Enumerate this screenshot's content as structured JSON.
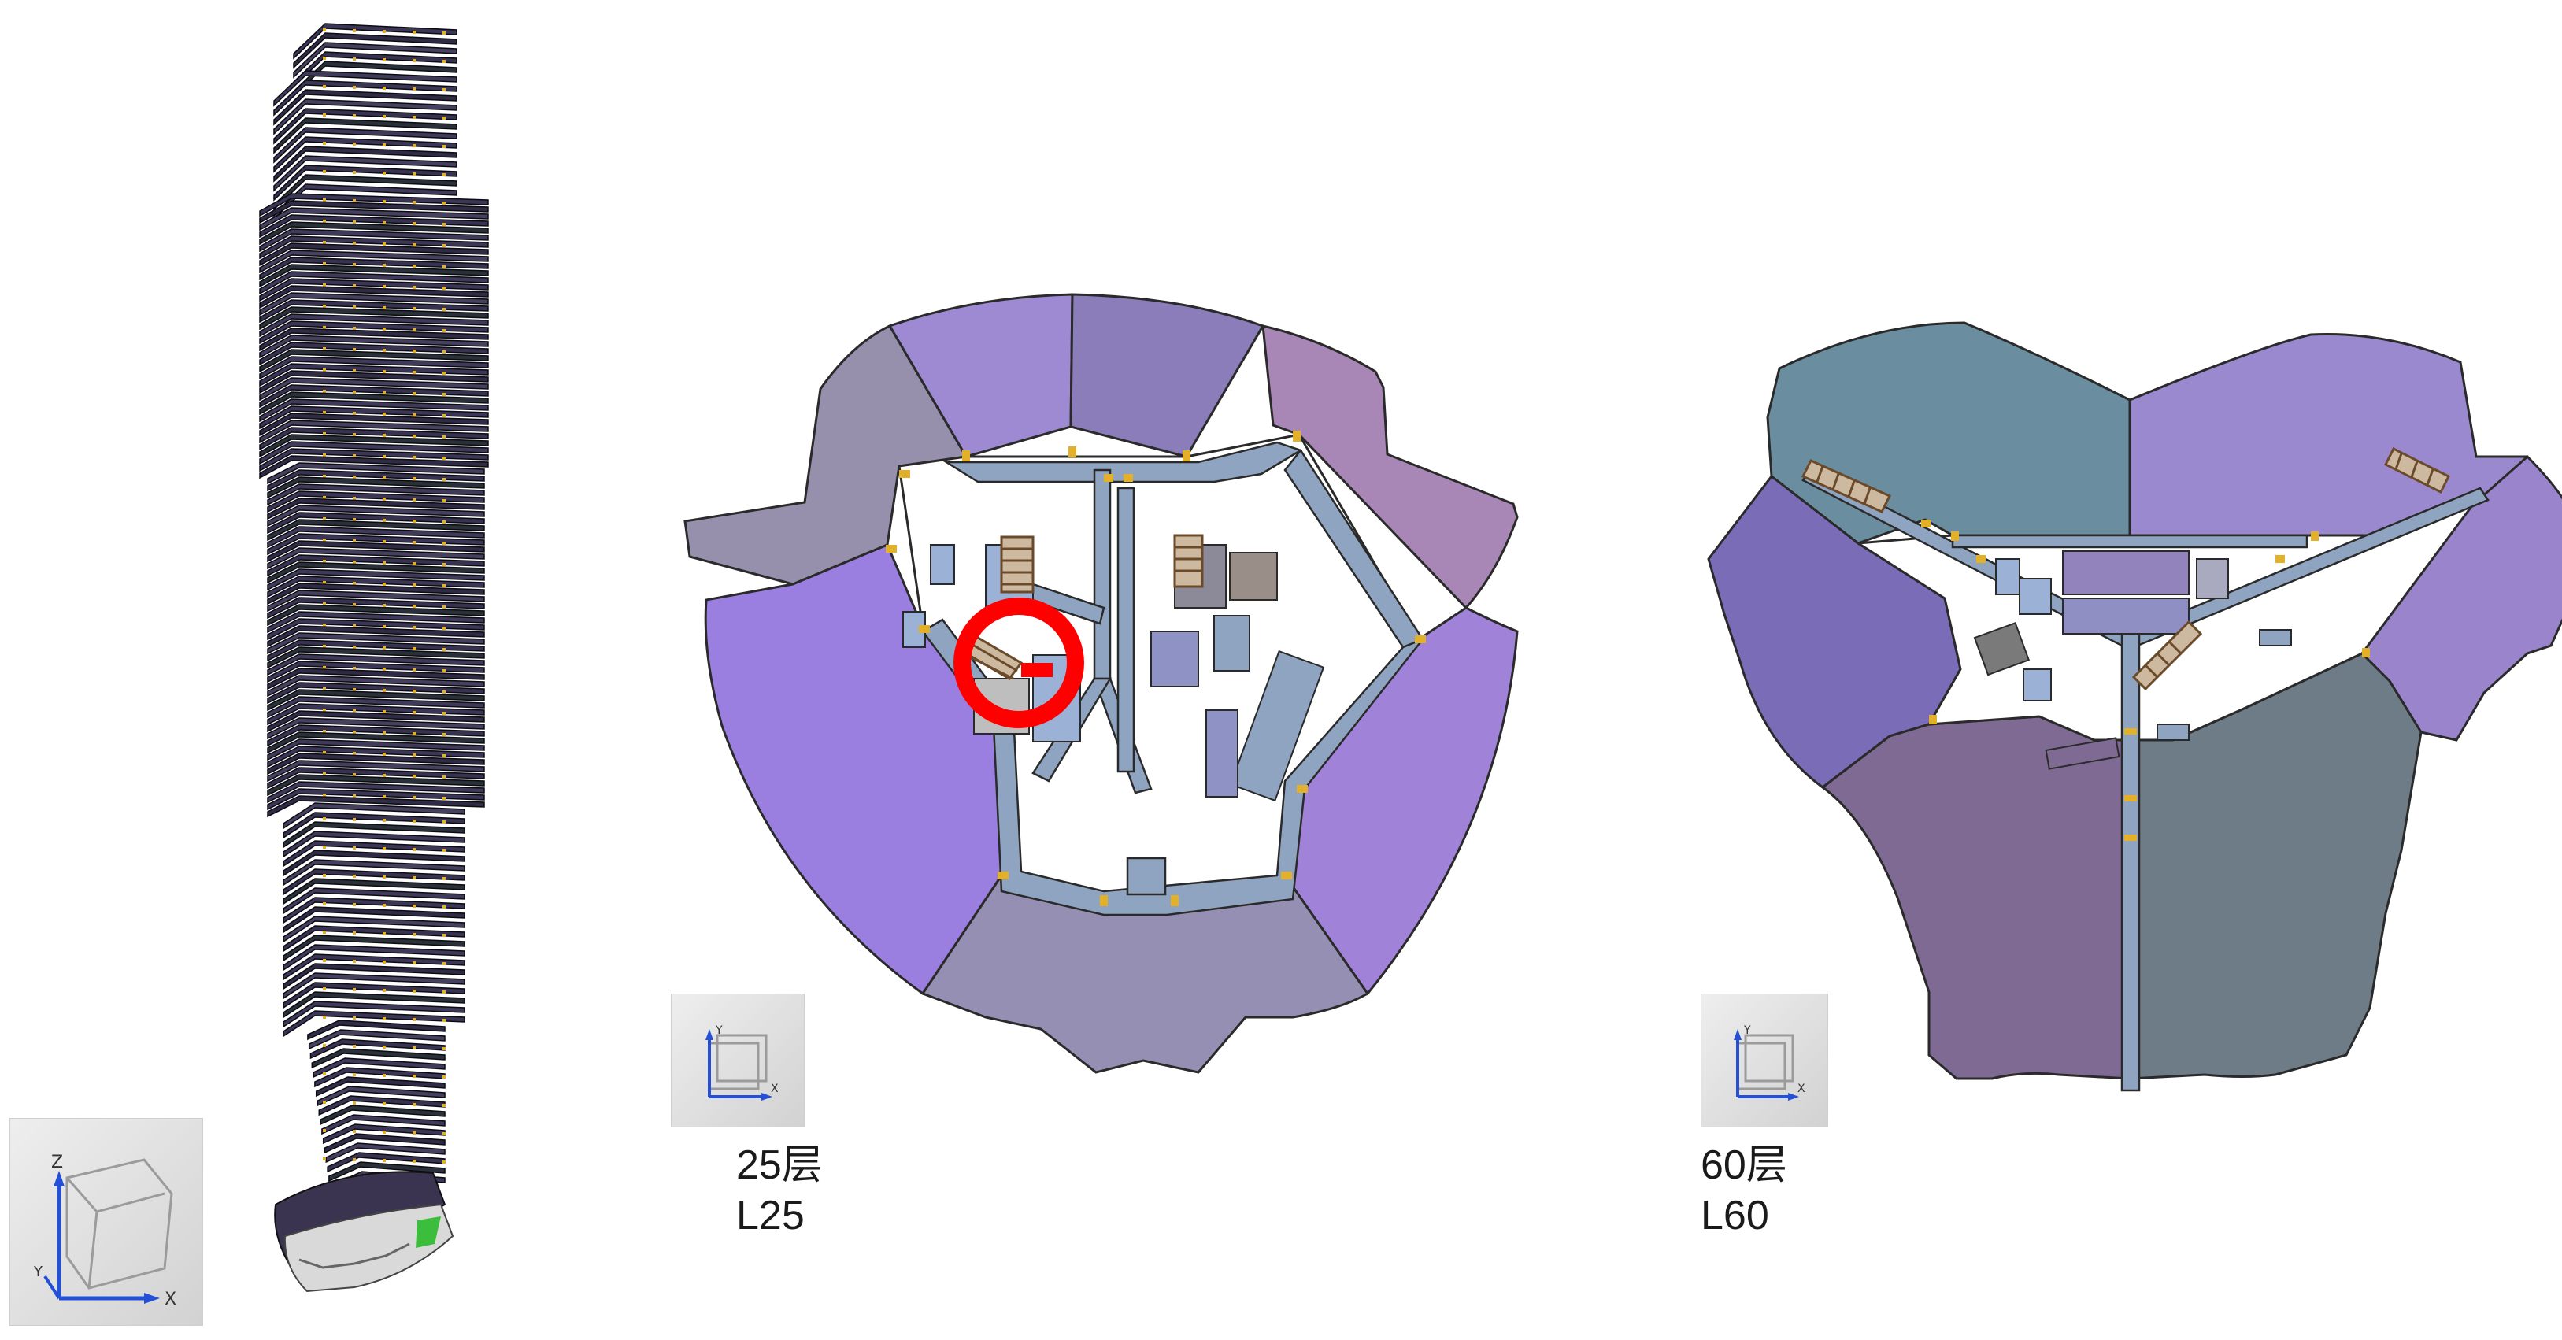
{
  "captions": {
    "plan25": {
      "floor_cn": "25层",
      "floor_code": "L25"
    },
    "plan60": {
      "floor_cn": "60层",
      "floor_code": "L60"
    }
  },
  "axes": {
    "three_d": {
      "z": "Z",
      "y": "Y",
      "x": "X"
    },
    "plan25": {
      "y": "Y",
      "x": "X"
    },
    "plan60": {
      "y": "Y",
      "x": "X"
    }
  },
  "colors": {
    "zone_purple_light": "#9d8ad2",
    "zone_purple_mid": "#8b7cba",
    "zone_grey_violet": "#9790ad",
    "zone_mauve": "#a886b5",
    "zone_violet": "#9b7fe0",
    "zone_slate": "#6a8ea0",
    "zone_plum": "#7e6a93",
    "zone_grey_green": "#6d7c86",
    "corridor_blue": "#8fa4c0",
    "highlight_red": "#ff0000",
    "door_yellow": "#e3b02a"
  }
}
